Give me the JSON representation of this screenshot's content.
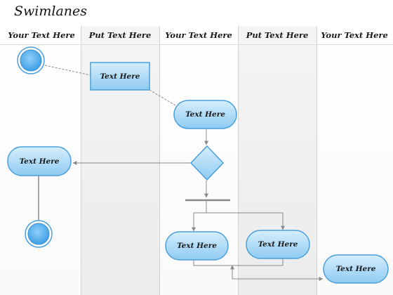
{
  "title": "Swimlanes",
  "lanes": [
    {
      "label": "Your Text Here"
    },
    {
      "label": "Put Text Here"
    },
    {
      "label": "Your Text Here"
    },
    {
      "label": "Put Text Here"
    },
    {
      "label": "Your Text Here"
    }
  ],
  "nodes": {
    "action_rect": "Text Here",
    "action_1": "Text Here",
    "action_left": "Text Here",
    "action_fork_left": "Text Here",
    "action_fork_right": "Text Here",
    "action_end": "Text Here"
  },
  "colors": {
    "node_fill": "#a9d8f7",
    "node_stroke": "#4a9fdc",
    "connector": "#8a8a8a"
  }
}
